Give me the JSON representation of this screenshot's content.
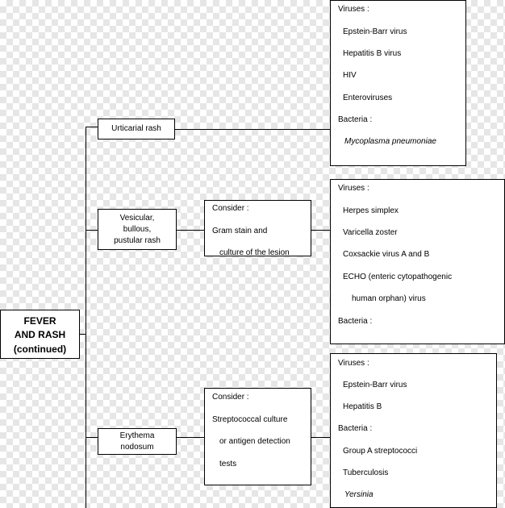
{
  "main": {
    "title_lines": [
      "FEVER",
      "AND RASH",
      "(continued)"
    ]
  },
  "categories": {
    "urticarial": [
      "Urticarial rash"
    ],
    "vesicular": [
      "Vesicular,",
      "bullous,",
      "pustular rash"
    ],
    "erythema": [
      "Erythema",
      "nodosum"
    ]
  },
  "consider_vesicular": [
    "Consider :",
    "Gram stain and",
    "culture of the lesion"
  ],
  "consider_erythema": [
    "Consider :",
    "Streptococcal culture",
    "or antigen detection",
    "tests"
  ],
  "causes_urticarial": {
    "viruses_label": "Viruses :",
    "viruses": [
      "Epstein-Barr virus",
      "Hepatitis B virus",
      "HIV",
      "Enteroviruses"
    ],
    "bacteria_label": "Bacteria :",
    "bacteria": [
      "Mycoplasma pneumoniae"
    ]
  },
  "causes_vesicular": {
    "viruses_label": "Viruses :",
    "viruses": [
      "Herpes simplex",
      "Varicella zoster",
      "Coxsackie virus A and B",
      "ECHO (enteric cytopathogenic",
      "human orphan) virus"
    ],
    "bacteria_label": "Bacteria :"
  },
  "causes_erythema": {
    "viruses_label": "Viruses :",
    "viruses": [
      "Epstein-Barr virus",
      "Hepatitis B"
    ],
    "bacteria_label": "Bacteria :",
    "bacteria": [
      "Group A streptococci",
      "Tuberculosis",
      "Yersinia"
    ]
  }
}
